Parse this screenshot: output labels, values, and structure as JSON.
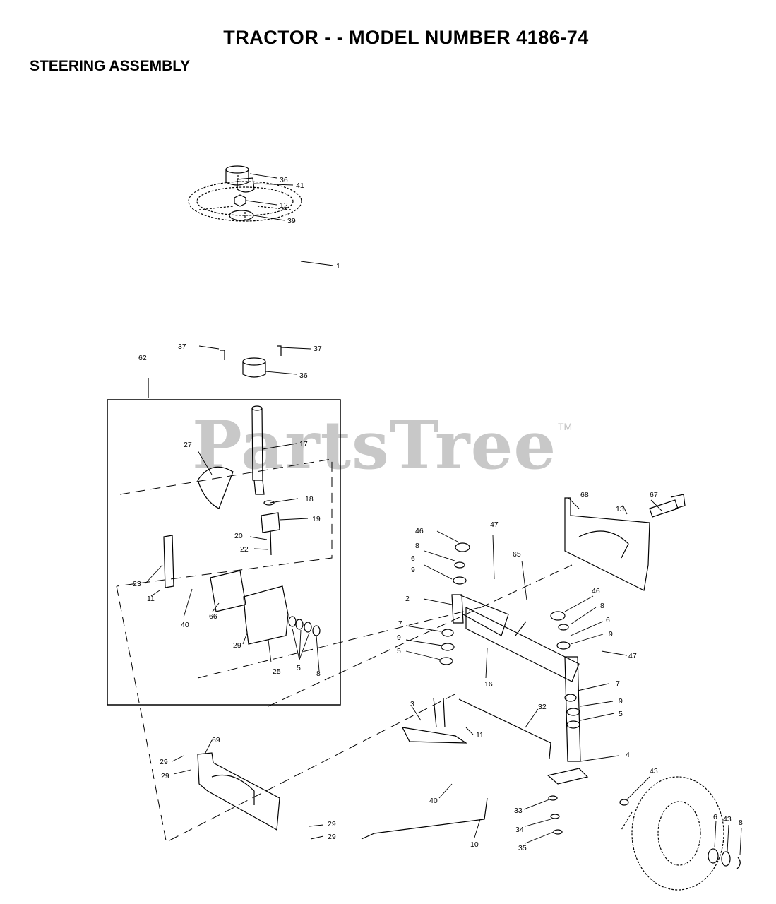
{
  "header": {
    "title": "TRACTOR - - MODEL NUMBER 4186-74",
    "section": "STEERING ASSEMBLY"
  },
  "watermark": {
    "brand": "PartsTree",
    "trademark": "TM"
  },
  "callouts": {
    "c36a": "36",
    "c12": "12",
    "c39": "39",
    "c1": "1",
    "c41": "41",
    "c37a": "37",
    "c37b": "37",
    "c36b": "36",
    "c62": "62",
    "c27": "27",
    "c17": "17",
    "c18": "18",
    "c19": "19",
    "c20": "20",
    "c22": "22",
    "c23": "23",
    "c11a": "11",
    "c40a": "40",
    "c66": "66",
    "c29a": "29",
    "c25": "25",
    "c5a": "5",
    "c8a": "8",
    "c46a": "46",
    "c8b": "8",
    "c6a": "6",
    "c9a": "9",
    "c47a": "47",
    "c2": "2",
    "c65": "65",
    "c7a": "7",
    "c9b": "9",
    "c5b": "5",
    "c16": "16",
    "c68": "68",
    "c67": "67",
    "c13": "13",
    "c46b": "46",
    "c8c": "8",
    "c6b": "6",
    "c9c": "9",
    "c47b": "47",
    "c7b": "7",
    "c9d": "9",
    "c5c": "5",
    "c4": "4",
    "c3": "3",
    "c32": "32",
    "c11b": "11",
    "c40b": "40",
    "c10": "10",
    "c33": "33",
    "c34": "34",
    "c35": "35",
    "c69": "69",
    "c29b": "29",
    "c29c": "29",
    "c29d": "29",
    "c29e": "29",
    "c43a": "43",
    "c6c": "6",
    "c43b": "43",
    "c8d": "8"
  }
}
